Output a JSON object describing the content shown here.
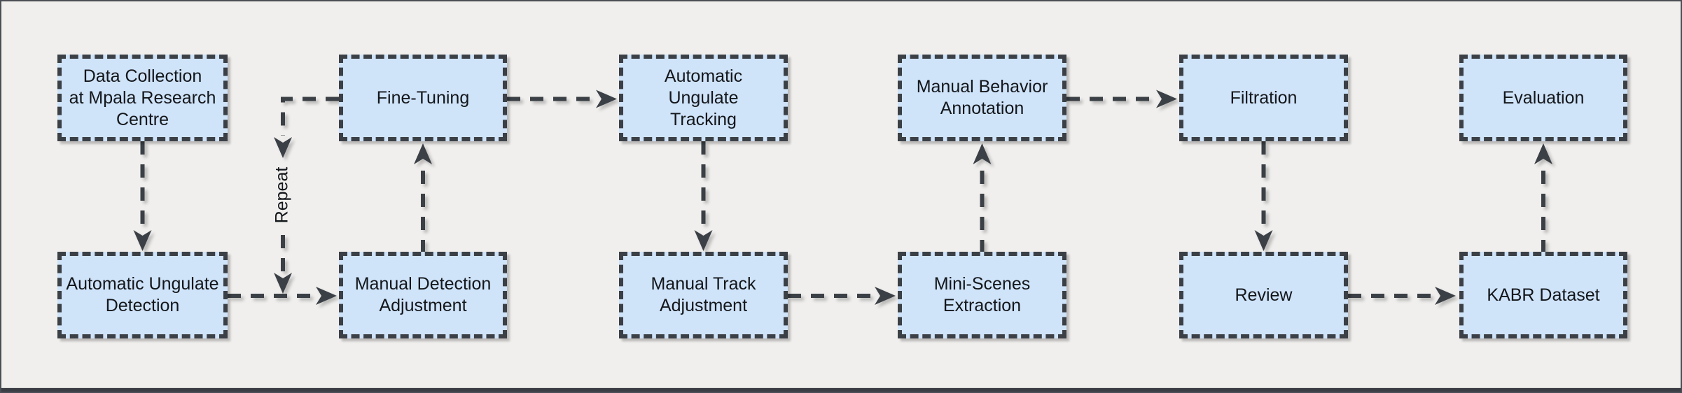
{
  "colors": {
    "bg": "#f0efed",
    "node_fill": "#cfe3f9",
    "stroke": "#3b4046",
    "text": "#13161a",
    "frame": "#4b4e54",
    "bottom_strip": "#3a3d43"
  },
  "diagram": {
    "repeat_label": "Repeat",
    "nodes": [
      {
        "id": "data-collection",
        "label": "Data Collection\nat Mpala Research\nCentre"
      },
      {
        "id": "fine-tuning",
        "label": "Fine-Tuning"
      },
      {
        "id": "automatic-ungulate-tracking",
        "label": "Automatic Ungulate\nTracking"
      },
      {
        "id": "manual-behavior-annotation",
        "label": "Manual Behavior\nAnnotation"
      },
      {
        "id": "filtration",
        "label": "Filtration"
      },
      {
        "id": "evaluation",
        "label": "Evaluation"
      },
      {
        "id": "automatic-ungulate-detection",
        "label": "Automatic Ungulate\nDetection"
      },
      {
        "id": "manual-detection-adjustment",
        "label": "Manual Detection\nAdjustment"
      },
      {
        "id": "manual-track-adjustment",
        "label": "Manual Track\nAdjustment"
      },
      {
        "id": "mini-scenes-extraction",
        "label": "Mini-Scenes\nExtraction"
      },
      {
        "id": "review",
        "label": "Review"
      },
      {
        "id": "kabr-dataset",
        "label": "KABR Dataset"
      }
    ],
    "edges": [
      {
        "from": "data-collection",
        "to": "automatic-ungulate-detection"
      },
      {
        "from": "automatic-ungulate-detection",
        "to": "manual-detection-adjustment"
      },
      {
        "from": "manual-detection-adjustment",
        "to": "fine-tuning"
      },
      {
        "from": "fine-tuning",
        "to": "automatic-ungulate-detection→manual-detection-adjustment",
        "label": "Repeat"
      },
      {
        "from": "fine-tuning",
        "to": "automatic-ungulate-tracking"
      },
      {
        "from": "automatic-ungulate-tracking",
        "to": "manual-track-adjustment"
      },
      {
        "from": "manual-track-adjustment",
        "to": "mini-scenes-extraction"
      },
      {
        "from": "mini-scenes-extraction",
        "to": "manual-behavior-annotation"
      },
      {
        "from": "manual-behavior-annotation",
        "to": "filtration"
      },
      {
        "from": "filtration",
        "to": "review"
      },
      {
        "from": "review",
        "to": "kabr-dataset"
      },
      {
        "from": "kabr-dataset",
        "to": "evaluation"
      }
    ]
  }
}
